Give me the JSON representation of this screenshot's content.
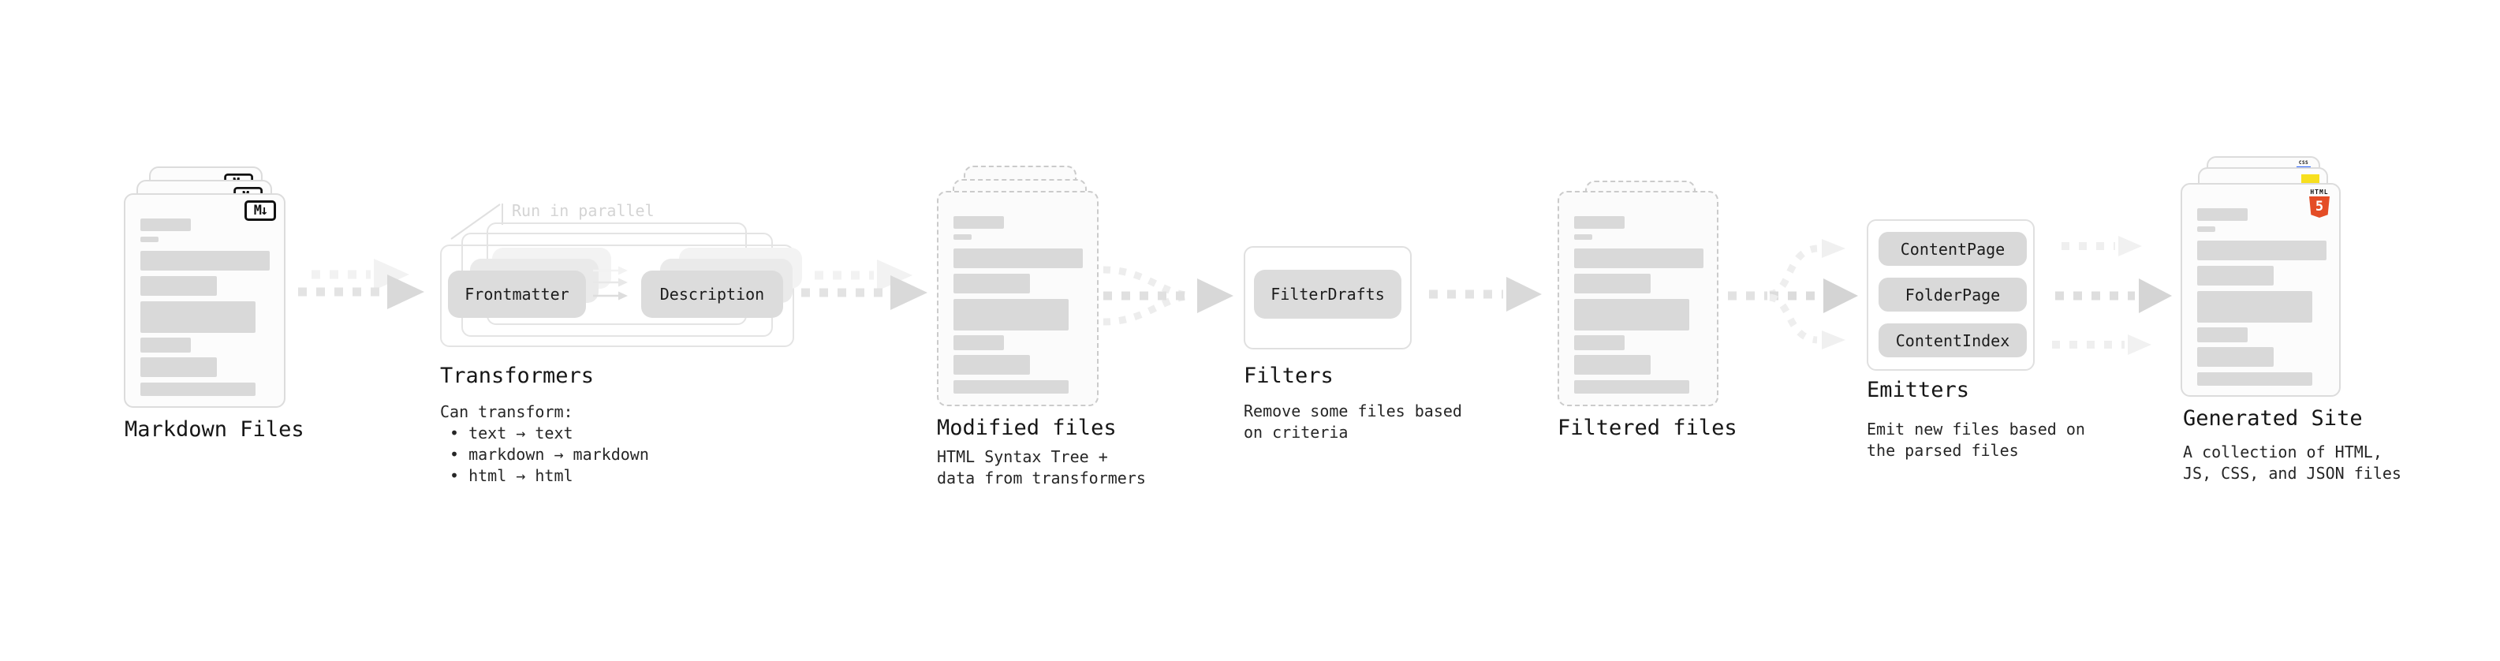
{
  "pipeline": {
    "markdown_files": {
      "label": "Markdown Files",
      "badge": "M↓"
    },
    "transformers": {
      "callout": "Run in parallel",
      "pill_left": "Frontmatter",
      "pill_right": "Description",
      "heading": "Transformers",
      "lines": [
        "Can transform:",
        "• text → text",
        "• markdown → markdown",
        "• html → html"
      ]
    },
    "modified_files": {
      "heading": "Modified files",
      "lines": [
        "HTML Syntax Tree +",
        "data from transformers"
      ]
    },
    "filters": {
      "pill": "FilterDrafts",
      "heading": "Filters",
      "lines": [
        "Remove some files based",
        "on criteria"
      ]
    },
    "filtered_files": {
      "heading": "Filtered files"
    },
    "emitters": {
      "pills": [
        "ContentPage",
        "FolderPage",
        "ContentIndex"
      ],
      "heading": "Emitters",
      "lines": [
        "Emit new files based on",
        "the parsed files"
      ]
    },
    "generated_site": {
      "heading": "Generated Site",
      "lines": [
        "A collection of HTML,",
        "JS, CSS, and JSON files"
      ],
      "badge_html_label": "HTML",
      "badge_html_number": "5",
      "badge_css_label": "CSS"
    }
  },
  "colors": {
    "arrow_main": "#dcdcdc",
    "arrow_ghost": "#f2f2f2",
    "arrow_branch": "#ededed",
    "card_border_solid": "#dcdcdc",
    "card_border_dashed": "#cbcbcb",
    "skeleton_bar": "#d9d9d9",
    "pill_fill": "#dcdcdc",
    "html5_orange": "#e44d26",
    "js_yellow": "#f7df1e",
    "css_blue": "#2962ff"
  },
  "skeleton_bars": [
    [
      64,
      16,
      7
    ],
    [
      23,
      7,
      11
    ],
    [
      164,
      25,
      7
    ],
    [
      97,
      25,
      7
    ],
    [
      146,
      40,
      6
    ],
    [
      64,
      19,
      6
    ],
    [
      97,
      25,
      7
    ],
    [
      146,
      17,
      0
    ]
  ]
}
